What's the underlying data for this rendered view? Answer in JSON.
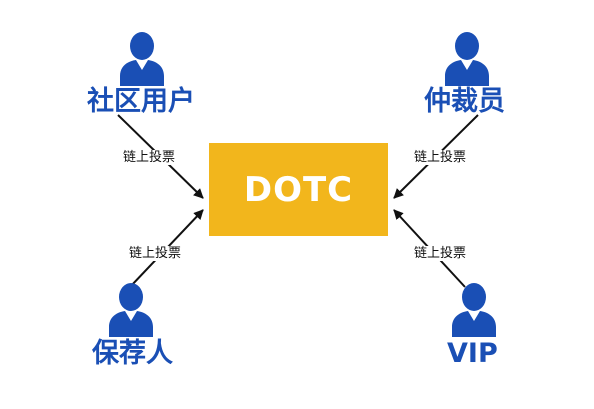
{
  "colors": {
    "accent_blue": "#1a4fb5",
    "center_fill": "#f2b61c",
    "center_text": "#ffffff",
    "arrow": "#111111",
    "label_text": "#111111"
  },
  "center": {
    "label": "DOTC"
  },
  "actors": {
    "community_users": {
      "label": "社区用户",
      "icon": "person-icon"
    },
    "arbitrator": {
      "label": "仲裁员",
      "icon": "person-icon"
    },
    "guarantor": {
      "label": "保荐人",
      "icon": "person-icon"
    },
    "vip": {
      "label": "VIP",
      "icon": "person-icon"
    }
  },
  "edges": {
    "top_left": "链上投票",
    "top_right": "链上投票",
    "bottom_left": "链上投票",
    "bottom_right": "链上投票"
  }
}
